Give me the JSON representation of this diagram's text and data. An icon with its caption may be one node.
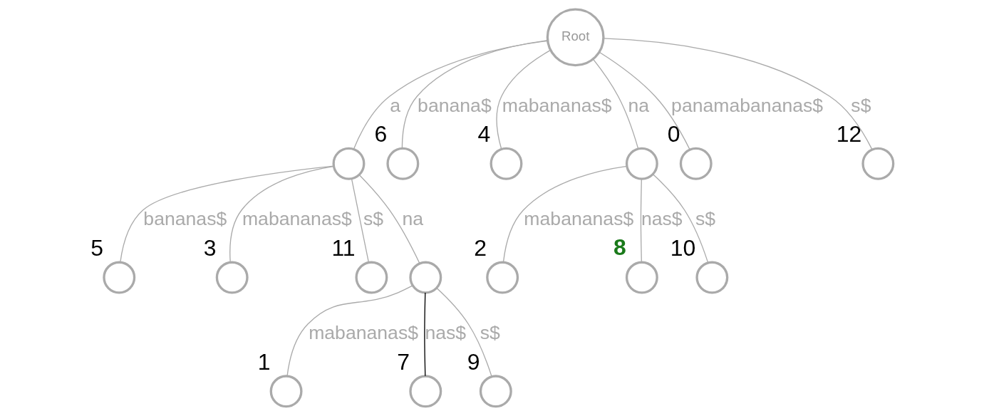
{
  "diagram": {
    "nodes": [
      {
        "text": [
          "Root"
        ]
      },
      {
        "text": [],
        "shape": "circle"
      },
      {
        "text": [],
        "shape": "circle",
        "beside": [
          "5"
        ]
      },
      {
        "text": [],
        "shape": "circle",
        "beside": [
          "3"
        ]
      },
      {
        "text": [],
        "shape": "circle",
        "beside": [
          "11"
        ]
      },
      {
        "text": [],
        "shape": "circle"
      },
      {
        "text": [],
        "shape": "circle",
        "beside": [
          "1"
        ]
      },
      {
        "text": [],
        "shape": "circle",
        "beside": [
          "7"
        ]
      },
      {
        "text": [],
        "shape": "circle",
        "beside": [
          "9"
        ]
      },
      {
        "text": [],
        "shape": "circle",
        "beside": [
          "6"
        ]
      },
      {
        "text": [],
        "shape": "circle",
        "beside": [
          "4"
        ]
      },
      {
        "text": [],
        "shape": "circle"
      },
      {
        "text": [],
        "shape": "circle",
        "beside": [
          "2"
        ]
      },
      {
        "text": [],
        "shape": "circle",
        "beside": [
          "8"
        ]
      },
      {
        "text": [],
        "shape": "circle",
        "beside": [
          "10"
        ]
      },
      {
        "text": [],
        "shape": "circle",
        "beside": [
          "0"
        ]
      },
      {
        "text": [],
        "shape": "circle",
        "beside": [
          "12"
        ]
      }
    ],
    "edges": [
      {
        "from": 0,
        "to": 1,
        "arrow": "none",
        "label": "a"
      },
      {
        "from": 1,
        "to": 2,
        "arrow": "none",
        "label": "bananas$"
      },
      {
        "from": 1,
        "to": 3,
        "arrow": "none",
        "label": "mabananas$"
      },
      {
        "from": 1,
        "to": 5,
        "arrow": "none",
        "label": "na"
      },
      {
        "from": 1,
        "to": 4,
        "arrow": "none",
        "label": "s$"
      },
      {
        "from": 5,
        "to": 6,
        "arrow": "none",
        "label": "mabananas$"
      },
      {
        "from": 5,
        "to": 7,
        "arrow": "none",
        "label": "nas$",
        "color": "#000000"
      },
      {
        "from": 5,
        "to": 8,
        "arrow": "none",
        "label": "s$"
      },
      {
        "from": 0,
        "to": 9,
        "arrow": "none",
        "label": "banana$"
      },
      {
        "from": 0,
        "to": 10,
        "arrow": "none",
        "label": "mabananas$"
      },
      {
        "from": 0,
        "to": 11,
        "arrow": "none",
        "label": "na"
      },
      {
        "from": 11,
        "to": 12,
        "arrow": "none",
        "label": "mabananas$"
      },
      {
        "from": 11,
        "to": 13,
        "arrow": "none",
        "label": "nas$"
      },
      {
        "from": 11,
        "to": 14,
        "arrow": "none",
        "label": "s$"
      },
      {
        "from": 0,
        "to": 15,
        "arrow": "none",
        "label": "panamabananas$"
      },
      {
        "from": 0,
        "to": 16,
        "arrow": "none",
        "label": "s$"
      }
    ]
  }
}
